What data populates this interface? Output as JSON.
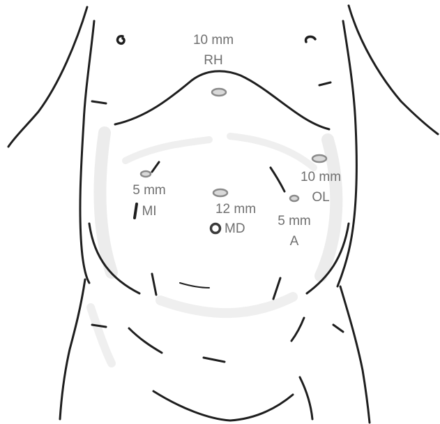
{
  "figure": {
    "ports": [
      {
        "key": "rh",
        "size": "10 mm",
        "code": "RH"
      },
      {
        "key": "ol",
        "size": "10 mm",
        "code": "OL"
      },
      {
        "key": "mi",
        "size": "5 mm",
        "code": "MI"
      },
      {
        "key": "md",
        "size": "12 mm",
        "code": "MD"
      },
      {
        "key": "a",
        "size": "5 mm",
        "code": "A"
      }
    ],
    "colors": {
      "outline": "#1e1e1e",
      "label": "#6f6f6f",
      "port": "#8a8a8a",
      "shading": "#c9c9c9"
    }
  }
}
